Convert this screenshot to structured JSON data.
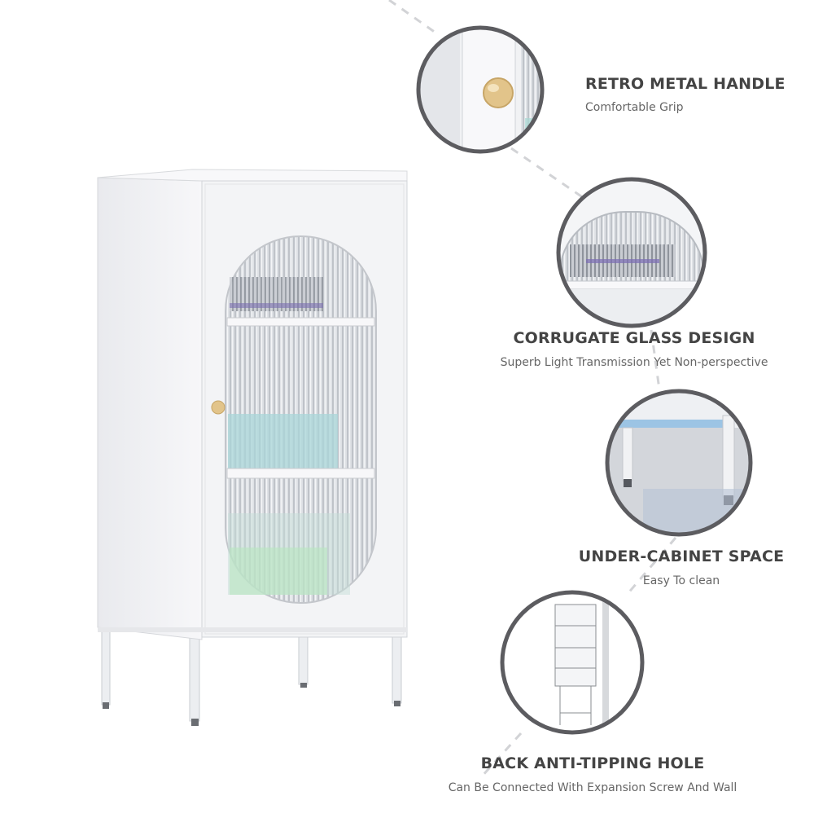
{
  "features": [
    {
      "title": "RETRO METAL HANDLE",
      "subtitle": "Comfortable Grip"
    },
    {
      "title": "CORRUGATE GLASS DESIGN",
      "subtitle": "Superb Light Transmission Yet Non-perspective"
    },
    {
      "title": "UNDER-CABINET SPACE",
      "subtitle": "Easy To clean"
    },
    {
      "title": "BACK ANTI-TIPPING HOLE",
      "subtitle": "Can Be Connected With Expansion Screw And Wall"
    }
  ],
  "colors": {
    "ring": "#5c5c60",
    "cabinet": "#f3f4f6",
    "handle": "#e2c48a",
    "text_title": "#444444",
    "text_sub": "#666666"
  },
  "icons": {
    "handle_detail": "handle-closeup-image",
    "glass_detail": "glass-closeup-image",
    "legs_detail": "legs-closeup-image",
    "back_detail": "back-closeup-image"
  }
}
